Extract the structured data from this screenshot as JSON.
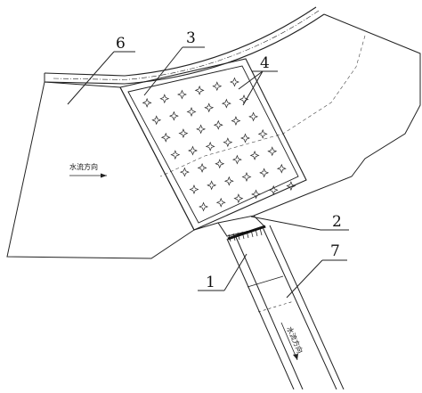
{
  "figure": {
    "callouts": {
      "c1": "1",
      "c2": "2",
      "c3": "3",
      "c4": "4",
      "c6": "6",
      "c7": "7"
    },
    "flow_labels": {
      "upper": "水流方向",
      "pipe": "水流方向"
    },
    "colors": {
      "line": "#222222",
      "background": "#ffffff"
    }
  }
}
